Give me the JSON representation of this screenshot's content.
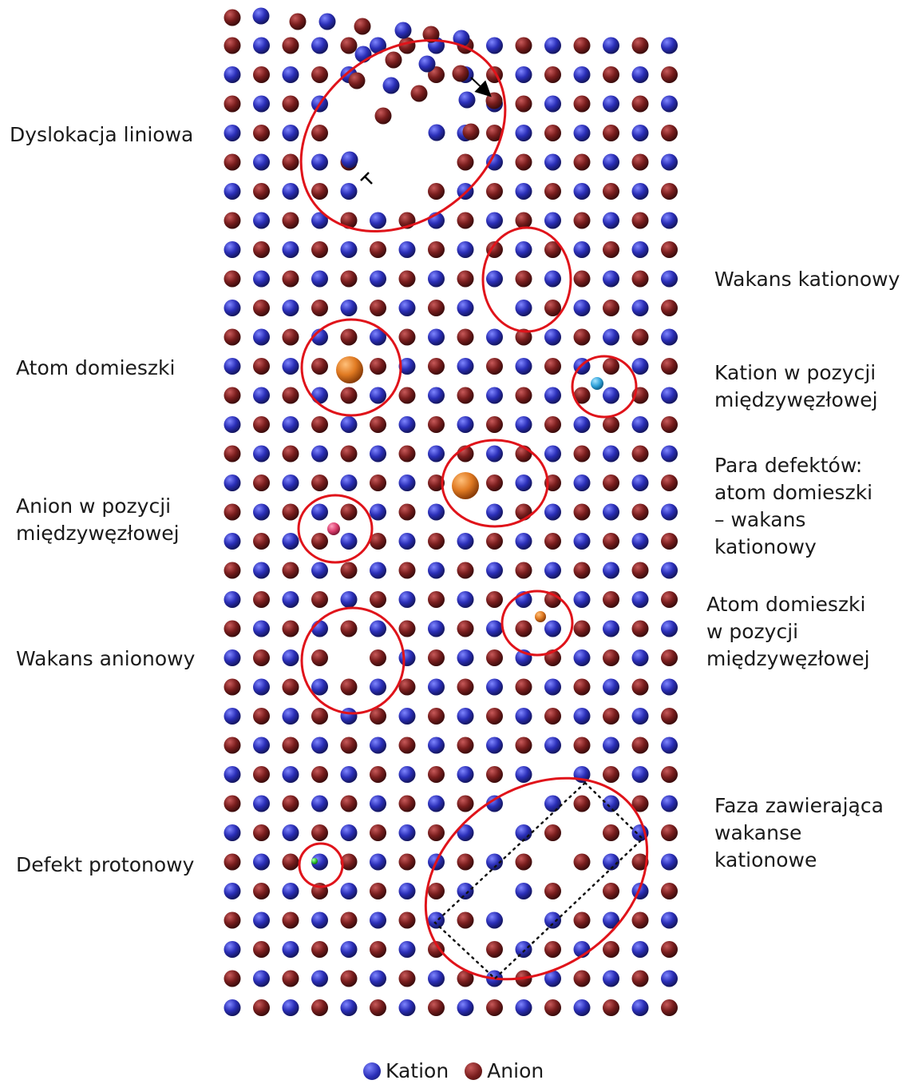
{
  "labels": {
    "dislocation": "Dyslokacja liniowa",
    "cation_vacancy": "Wakans kationowy",
    "impurity": "Atom domieszki",
    "interstitial_cation": [
      "Kation w pozycji",
      "międzywęzłowej"
    ],
    "defect_pair": [
      "Para defektów:",
      "atom domieszki",
      "– wakans",
      "kationowy"
    ],
    "interstitial_anion": [
      "Anion w pozycji",
      "międzywęzłowej"
    ],
    "interstitial_impurity": [
      "Atom domieszki",
      "w pozycji",
      "międzywęzłowej"
    ],
    "anion_vacancy": "Wakans anionowy",
    "protonic_defect": "Defekt protonowy",
    "vacancy_phase": [
      "Faza zawierająca",
      "wakanse",
      "kationowe"
    ]
  },
  "legend": {
    "cation": "Kation",
    "anion": "Anion"
  },
  "colors": {
    "cation": "#2b2fa3",
    "anion": "#7a1e1e",
    "circle": "#e0131a",
    "impurity": "#e07a22",
    "interstitial_cation": "#2fa0d8",
    "interstitial_anion": "#d83a6a",
    "proton": "#33cc33"
  }
}
